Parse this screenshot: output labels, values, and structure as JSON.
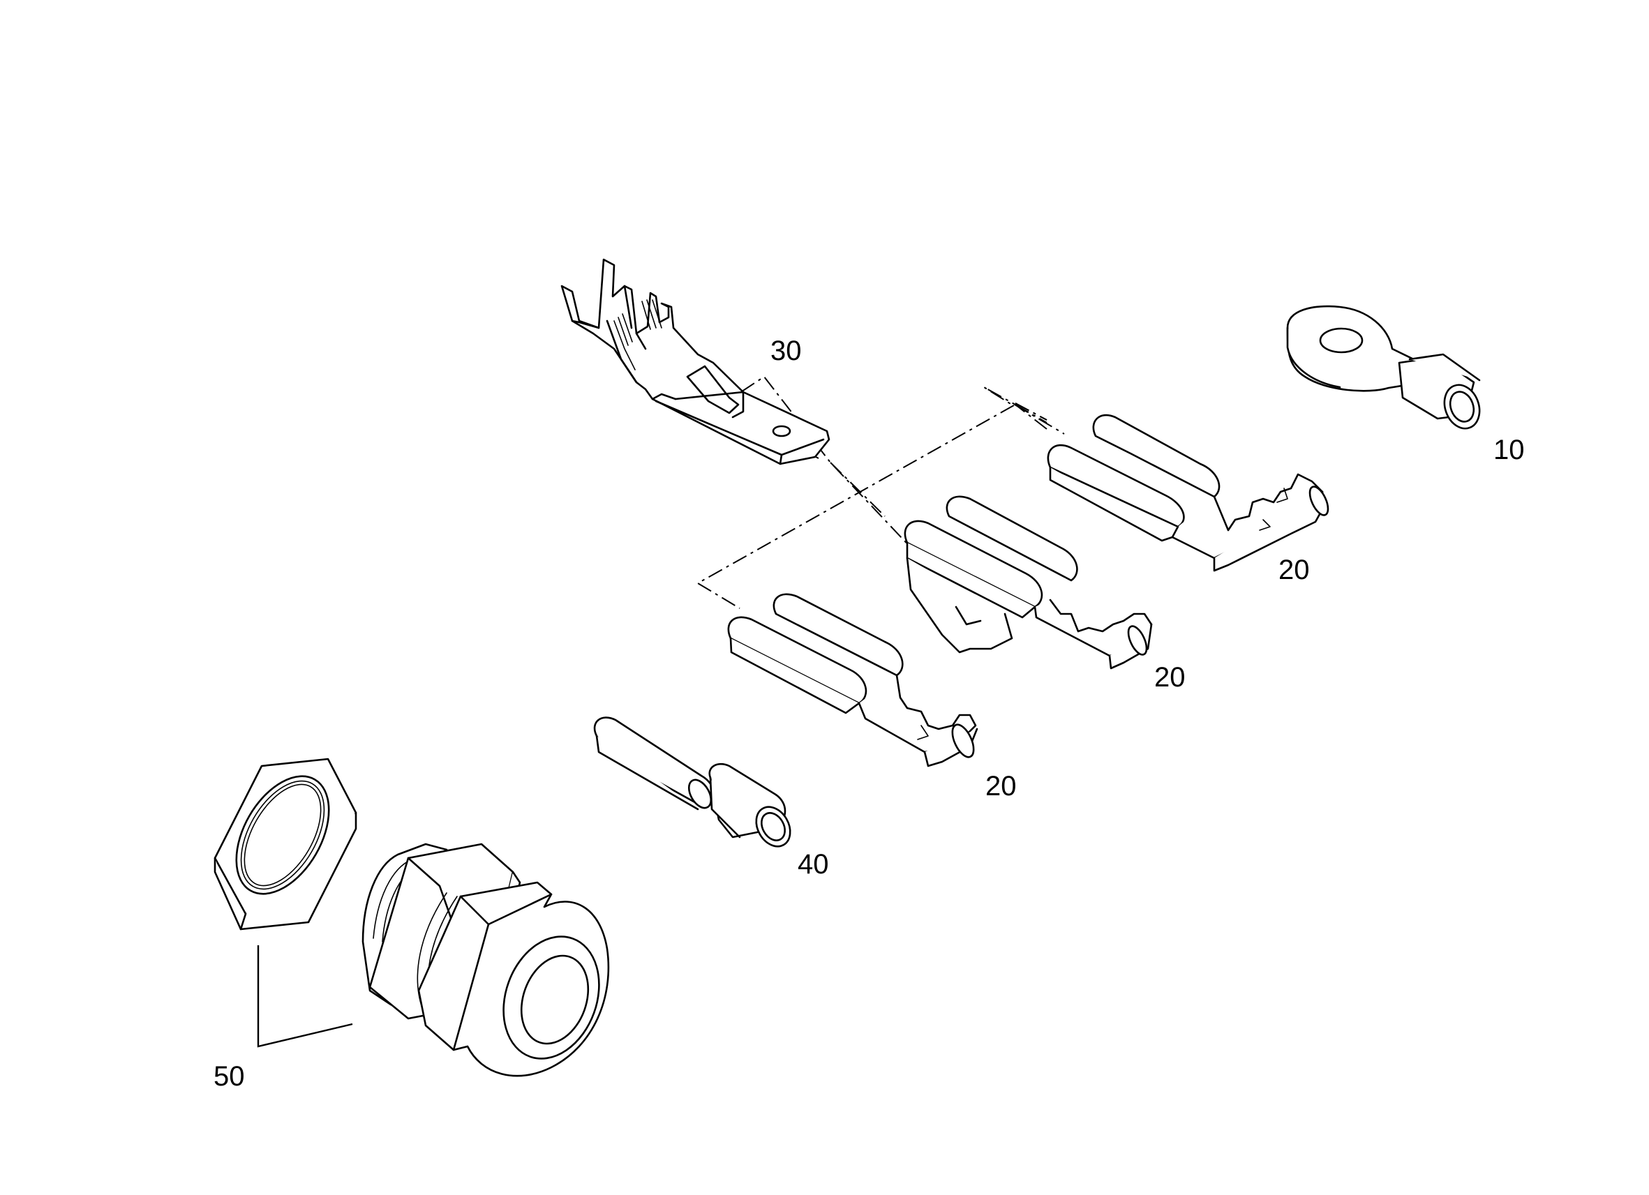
{
  "callouts": {
    "ring_terminal": "10",
    "receptacle_top": "20",
    "receptacle_middle": "20",
    "receptacle_bottom": "20",
    "tab_terminal": "30",
    "butt_connector": "40",
    "cable_gland": "50"
  }
}
